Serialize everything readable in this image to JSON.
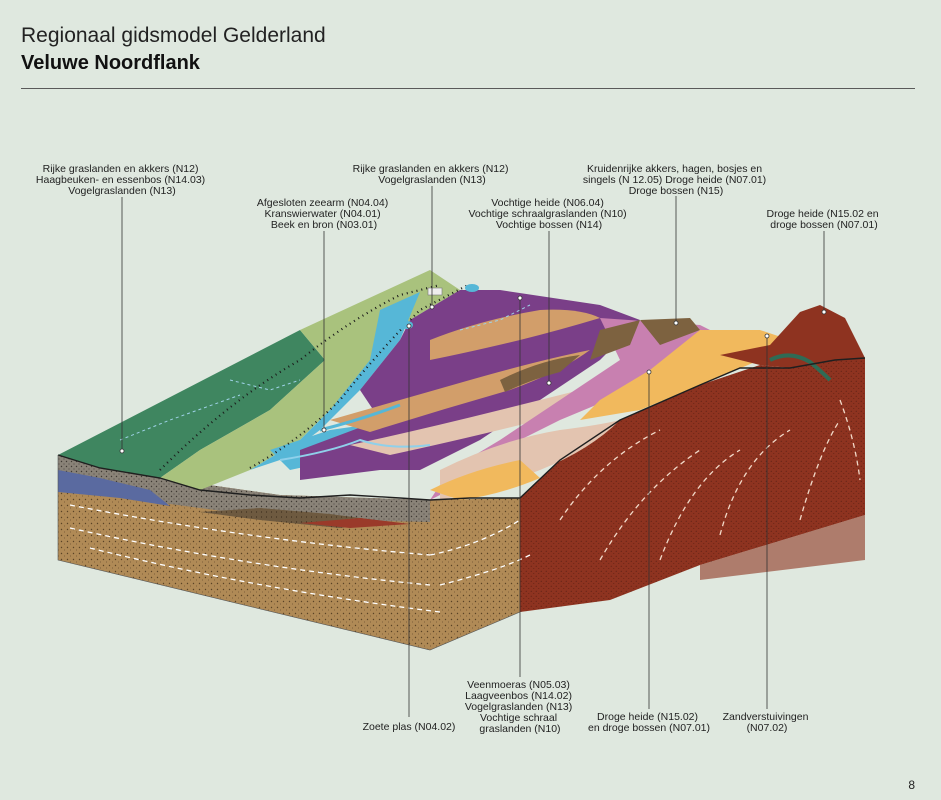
{
  "header": {
    "title": "Regionaal gidsmodel Gelderland",
    "subtitle": "Veluwe Noordflank"
  },
  "labels": [
    {
      "id": "rijke-graslanden-left",
      "lines": [
        "Rijke graslanden en akkers (N12)",
        "Haagbeuken- en essenbos (N14.03)",
        "Vogelgraslanden (N13)"
      ]
    },
    {
      "id": "afgesloten-zeearm",
      "lines": [
        "Afgesloten zeearm (N04.04)",
        "Kranswierwater (N04.01)",
        "Beek en bron (N03.01)"
      ]
    },
    {
      "id": "rijke-graslanden-center",
      "lines": [
        "Rijke graslanden en akkers (N12)",
        "Vogelgraslanden (N13)"
      ]
    },
    {
      "id": "vochtige-heide",
      "lines": [
        "Vochtige heide (N06.04)",
        "Vochtige schraalgraslanden (N10)",
        "Vochtige bossen (N14)"
      ]
    },
    {
      "id": "kruidenrijke-akkers",
      "lines": [
        "Kruidenrijke akkers, hagen, bosjes en",
        "singels (N 12.05) Droge heide (N07.01)",
        "Droge bossen (N15)"
      ]
    },
    {
      "id": "droge-heide-top",
      "lines": [
        "Droge heide (N15.02 en",
        "droge bossen (N07.01)"
      ]
    },
    {
      "id": "zoete-plas",
      "lines": [
        "Zoete plas (N04.02)"
      ]
    },
    {
      "id": "veenmoeras",
      "lines": [
        "Veenmoeras  (N05.03)",
        "Laagveenbos (N14.02)",
        "Vogelgraslanden (N13)",
        "Vochtige schraal",
        "graslanden (N10)"
      ]
    },
    {
      "id": "droge-heide-bottom",
      "lines": [
        "Droge heide (N15.02)",
        "en droge bossen (N07.01)"
      ]
    },
    {
      "id": "zandverstuivingen",
      "lines": [
        "Zandverstuivingen",
        "(N07.02)"
      ]
    }
  ],
  "page_number": "8"
}
